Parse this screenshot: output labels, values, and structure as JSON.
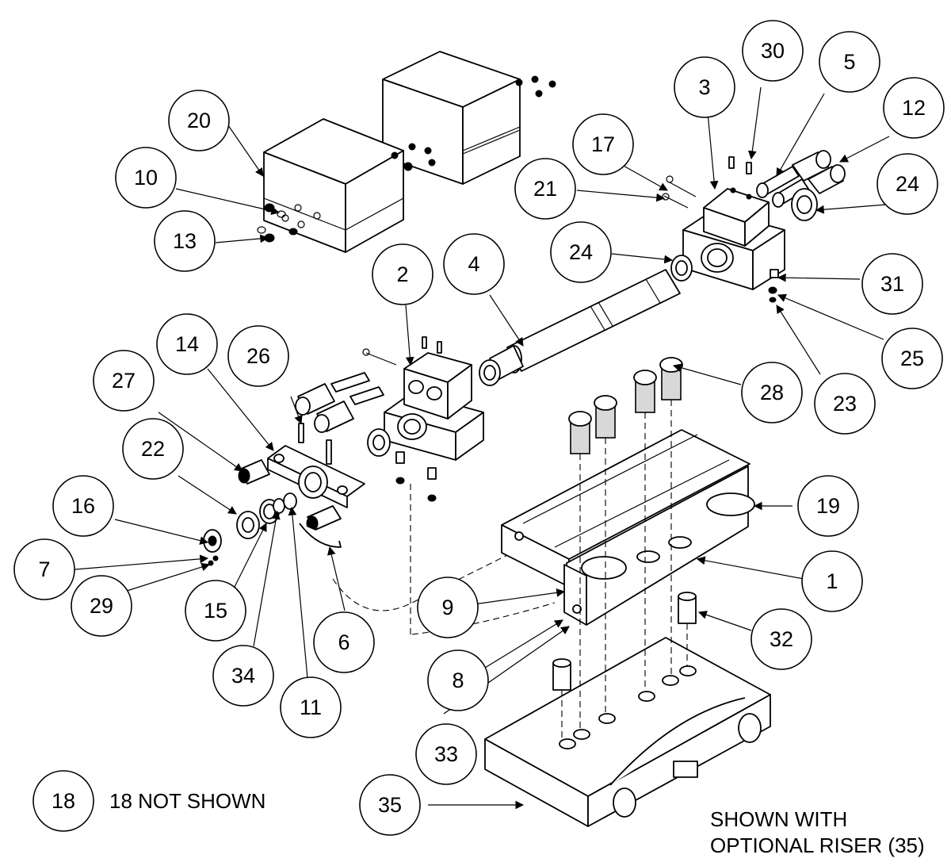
{
  "callouts": {
    "c1": "1",
    "c2": "2",
    "c3": "3",
    "c4": "4",
    "c5": "5",
    "c6": "6",
    "c7": "7",
    "c8": "8",
    "c9": "9",
    "c10": "10",
    "c11": "11",
    "c12": "12",
    "c13": "13",
    "c14": "14",
    "c15": "15",
    "c16": "16",
    "c17": "17",
    "c18": "18",
    "c19": "19",
    "c20": "20",
    "c21": "21",
    "c22": "22",
    "c23": "23",
    "c24a": "24",
    "c24b": "24",
    "c25": "25",
    "c26": "26",
    "c27": "27",
    "c28": "28",
    "c29": "29",
    "c30": "30",
    "c31": "31",
    "c32": "32",
    "c33": "33",
    "c34": "34",
    "c35": "35"
  },
  "notes": {
    "not_shown": "18 NOT SHOWN",
    "riser_line1": "SHOWN WITH",
    "riser_line2": "OPTIONAL RISER (35)"
  }
}
